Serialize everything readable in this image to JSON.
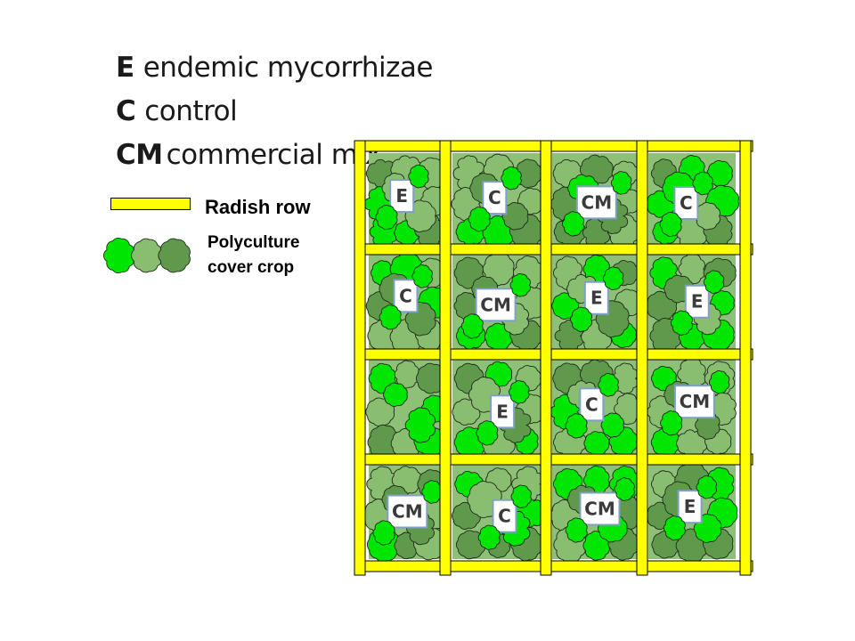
{
  "legend": [
    {
      "abbr": "E",
      "text": "endemic mycorrhizae"
    },
    {
      "abbr": "C",
      "text": "control"
    },
    {
      "abbr": "CM",
      "text": "commercial mix"
    }
  ],
  "key": {
    "radish_label": "Radish row",
    "cover_label_line1": "Polyculture",
    "cover_label_line2": "cover crop"
  },
  "plots": [
    [
      "E",
      "C",
      "CM",
      "C"
    ],
    [
      "C",
      "CM",
      "E",
      "E"
    ],
    [
      "",
      "E",
      "C",
      "CM"
    ],
    [
      "CM",
      "C",
      "CM",
      "E"
    ]
  ],
  "colors": {
    "radish_row": "#ffff00",
    "bright_green": "#00e600",
    "mid_green": "#89bd70",
    "dark_green": "#5f9a4c",
    "label_box_border": "#7f9fc6"
  }
}
